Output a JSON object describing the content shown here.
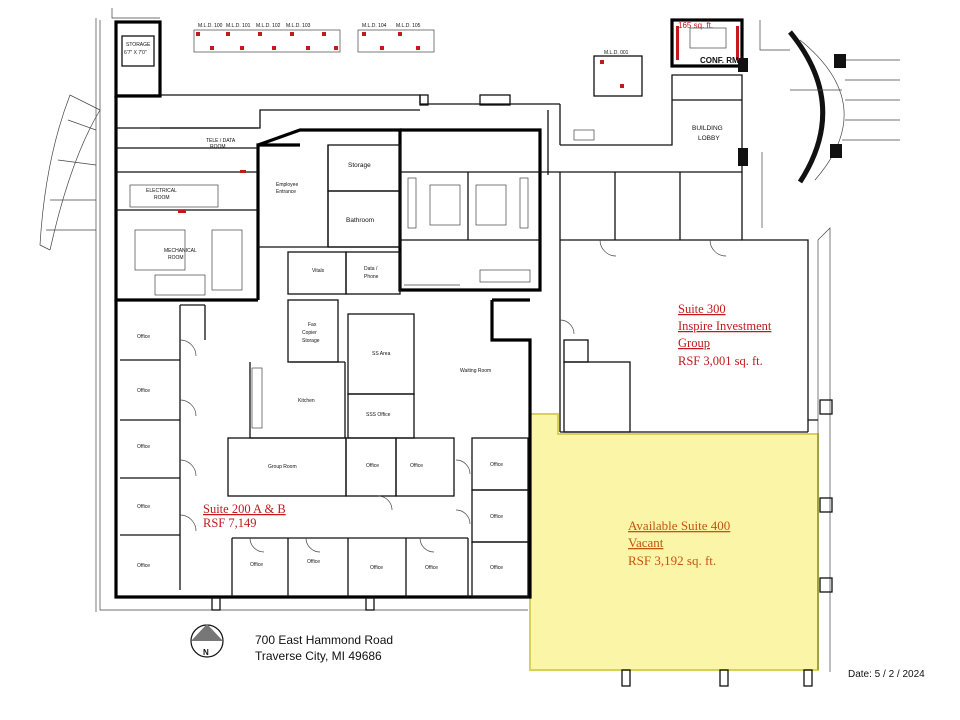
{
  "colors": {
    "suite_label": "#c0191e",
    "available_label": "#c0560f",
    "highlight_fill": "#fbf5a8",
    "highlight_stroke": "#d6d15a",
    "wall": "#111111"
  },
  "suite_200": {
    "title": "Suite 200 A & B",
    "rsf": "RSF 7,149"
  },
  "suite_300": {
    "title_line1": "Suite 300",
    "title_line2": "Inspire Investment",
    "title_line3": "Group",
    "rsf": "RSF 3,001 sq. ft."
  },
  "suite_400": {
    "title": "Available Suite 400",
    "status": "Vacant",
    "rsf": "RSF 3,192 sq. ft."
  },
  "address": {
    "street": "700 East Hammond Road",
    "city": "Traverse City, MI  49686"
  },
  "compass": "N",
  "date": "Date: 5 / 2 / 2024",
  "rooms": {
    "storage_top": "STORAGE",
    "storage_dims": "6'7\" X 7'0\"",
    "tele_data": "TELE / DATA",
    "tele_room": "ROOM",
    "electrical": "ELECTRICAL",
    "electrical_room": "ROOM",
    "mechanical": "MECHANICAL",
    "mechanical_room": "ROOM",
    "employee": "Employee",
    "entrance": "Entrance",
    "storage": "Storage",
    "bathroom": "Bathroom",
    "vitals": "Vitals",
    "data_phone1": "Data /",
    "data_phone2": "Phone",
    "fax": "Fax",
    "copier": "Copier",
    "storage2": "Storage",
    "ss_area": "SS Area",
    "sss_office": "SSS Office",
    "kitchen": "Kitchen",
    "waiting": "Waiting Room",
    "group_room": "Group Room",
    "office": "Office",
    "conf_rm": "CONF. RM.",
    "conf_sqft": "165 sq. ft.",
    "lobby1": "BUILDING",
    "lobby2": "LOBBY",
    "mld_100": "M.L.D. 100",
    "mld_101": "M.L.D. 101",
    "mld_102": "M.L.D. 102",
    "mld_103": "M.L.D. 103",
    "mld_104": "M.L.D. 104",
    "mld_105": "M.L.D. 105",
    "mld_001": "M.L.D. 001"
  }
}
